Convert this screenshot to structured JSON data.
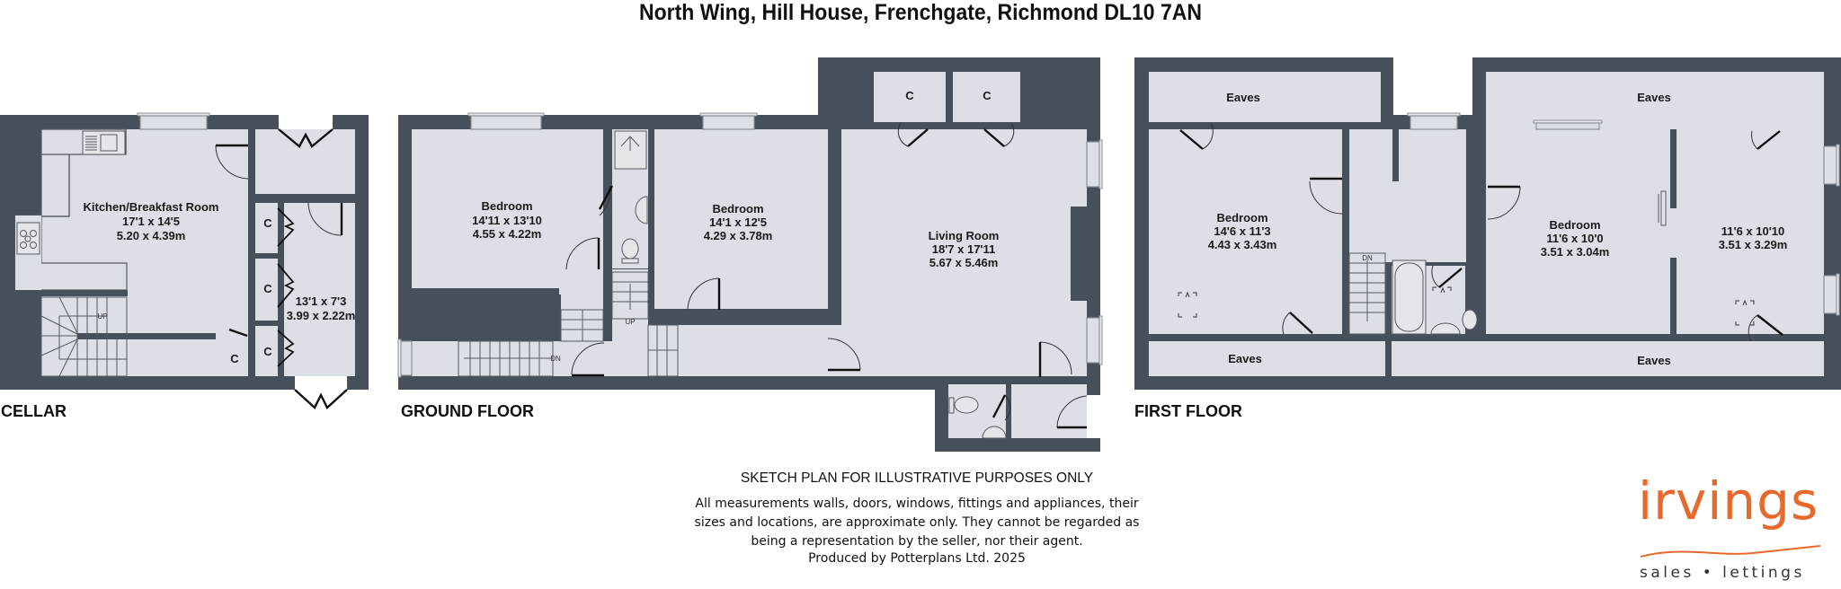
{
  "title": "North Wing, Hill House, Frenchgate, Richmond DL10 7AN",
  "floors": {
    "cellar": {
      "label": "CELLAR",
      "rooms": {
        "kitchen": {
          "name": "Kitchen/Breakfast Room",
          "imperial": "17'1 x 14'5",
          "metric": "5.20 x 4.39m"
        },
        "hall": {
          "name": "",
          "imperial": "13'1 x 7'3",
          "metric": "3.99 x 2.22m"
        }
      },
      "cupboards": [
        "C",
        "C",
        "C",
        "C"
      ],
      "stair_label": "UP"
    },
    "ground": {
      "label": "GROUND FLOOR",
      "rooms": {
        "bedroom1": {
          "name": "Bedroom",
          "imperial": "14'11 x 13'10",
          "metric": "4.55 x 4.22m"
        },
        "bedroom2": {
          "name": "Bedroom",
          "imperial": "14'1 x 12'5",
          "metric": "4.29 x 3.78m"
        },
        "living": {
          "name": "Living Room",
          "imperial": "18'7 x 17'11",
          "metric": "5.67 x 5.46m"
        }
      },
      "cupboards": [
        "C",
        "C"
      ],
      "stair_labels": {
        "up": "UP",
        "down": "DN"
      }
    },
    "first": {
      "label": "FIRST FLOOR",
      "rooms": {
        "bedroom1": {
          "name": "Bedroom",
          "imperial": "14'6 x 11'3",
          "metric": "4.43 x 3.43m"
        },
        "bedroom2": {
          "name": "Bedroom",
          "imperial": "11'6 x 10'0",
          "metric": "3.51 x 3.04m"
        },
        "room3": {
          "name": "",
          "imperial": "11'6 x 10'10",
          "metric": "3.51 x 3.29m"
        }
      },
      "eaves": [
        "Eaves",
        "Eaves",
        "Eaves",
        "Eaves"
      ],
      "stair_label": "DN"
    }
  },
  "disclaimer": {
    "heading": "SKETCH PLAN FOR ILLUSTRATIVE PURPOSES ONLY",
    "lines": [
      "All measurements walls, doors, windows, fittings and appliances, their",
      "sizes and locations, are approximate only. They cannot be regarded as",
      "being a representation by the seller, nor their agent."
    ],
    "produced_by": "Produced by Potterplans Ltd. 2025"
  },
  "logo": {
    "wordmark": "irvings",
    "tagline": "sales • lettings",
    "color": "#e8692c"
  },
  "colors": {
    "wall": "#474f5a",
    "floor": "#dcdfe6",
    "text": "#111111"
  }
}
